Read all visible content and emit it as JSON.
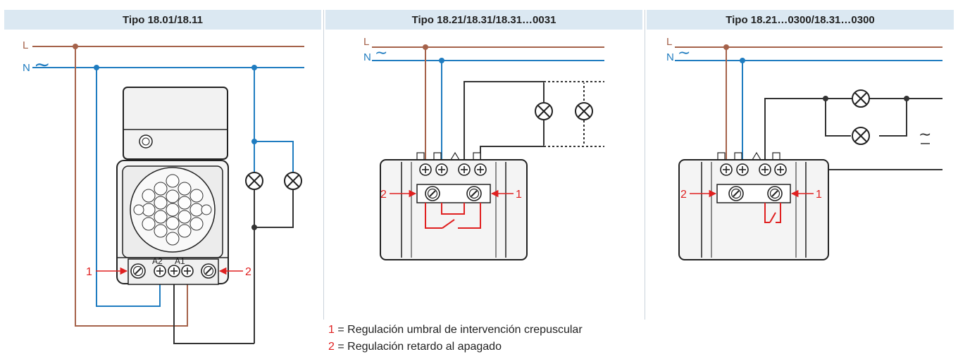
{
  "headers": {
    "left": "Tipo 18.01/18.11",
    "middle": "Tipo 18.21/18.31/18.31…0031",
    "right": "Tipo 18.21…0300/18.31…0300"
  },
  "wire_labels": {
    "line": "L",
    "neutral": "N",
    "ac_symbol": "∼"
  },
  "terminal_labels": {
    "a2": "A2",
    "a1": "A1"
  },
  "callouts": {
    "one": "1",
    "two": "2"
  },
  "legend": [
    {
      "num": "1",
      "text": " = Regulación umbral de intervención crepuscular"
    },
    {
      "num": "2",
      "text": " = Regulación retardo al apagado"
    }
  ],
  "colors": {
    "line": "#a5624a",
    "neutral": "#1f7cc0",
    "load": "#333333",
    "adjust": "#e02020",
    "header_bg": "#dbe8f2"
  }
}
